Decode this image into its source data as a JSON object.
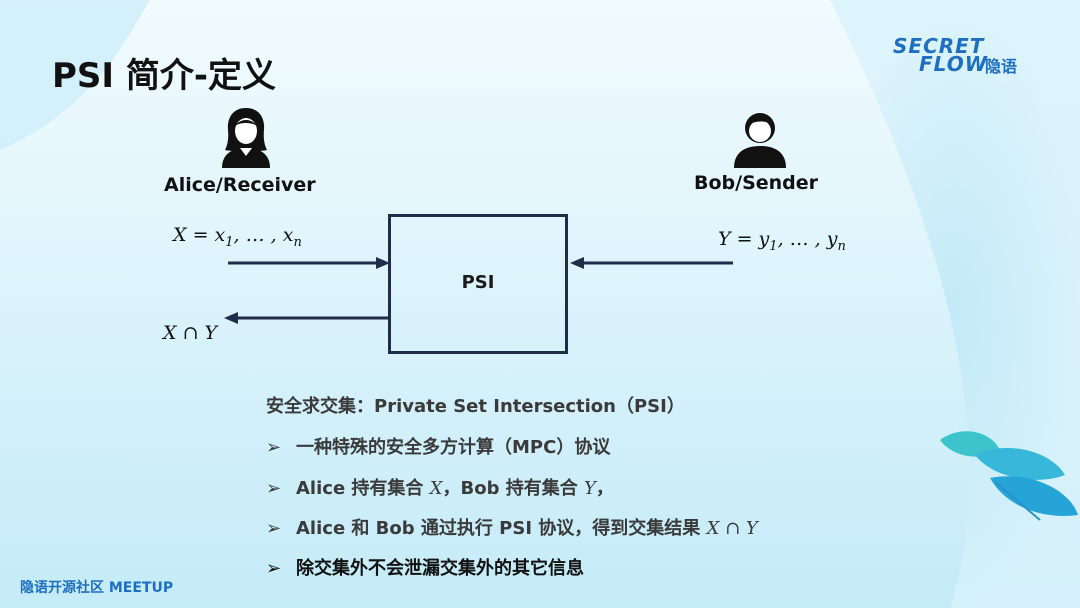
{
  "slide": {
    "title": "PSI 简介-定义",
    "logo": {
      "line1": "SECRET",
      "line2": "FLOW",
      "cn": "隐语"
    },
    "footer": "隐语开源社区 MEETUP"
  },
  "diagram": {
    "alice": {
      "label": "Alice/Receiver",
      "icon": "female-user-icon"
    },
    "bob": {
      "label": "Bob/Sender",
      "icon": "male-user-icon"
    },
    "box_label": "PSI",
    "alice_input": {
      "var": "X",
      "eq": " = ",
      "first": "x",
      "first_sub": "1",
      "mid": ", … , ",
      "last": "x",
      "last_sub": "n"
    },
    "bob_input": {
      "var": "Y",
      "eq": " = ",
      "first": "y",
      "first_sub": "1",
      "mid": ", … , ",
      "last": "y",
      "last_sub": "n"
    },
    "output": "X ∩ Y"
  },
  "text": {
    "definition": "安全求交集：Private Set Intersection（PSI）",
    "bullets": [
      {
        "mark": "➢",
        "text": "一种特殊的安全多方计算（MPC）协议"
      },
      {
        "mark": "➢",
        "p1": "Alice 持有集合 ",
        "m1": "X",
        "p2": "，Bob 持有集合 ",
        "m2": "Y",
        "p3": "，"
      },
      {
        "mark": "➢",
        "p1": "Alice 和 Bob 通过执行 PSI 协议，得到交集结果 ",
        "m1": "X ∩ Y"
      },
      {
        "mark": "➢",
        "text": "除交集外不会泄漏交集外的其它信息"
      }
    ]
  },
  "colors": {
    "background_top": "#ffffff",
    "background_bottom": "#bfe9f7",
    "accent": "#1f6fc1",
    "box_border": "#1f2d4a"
  }
}
